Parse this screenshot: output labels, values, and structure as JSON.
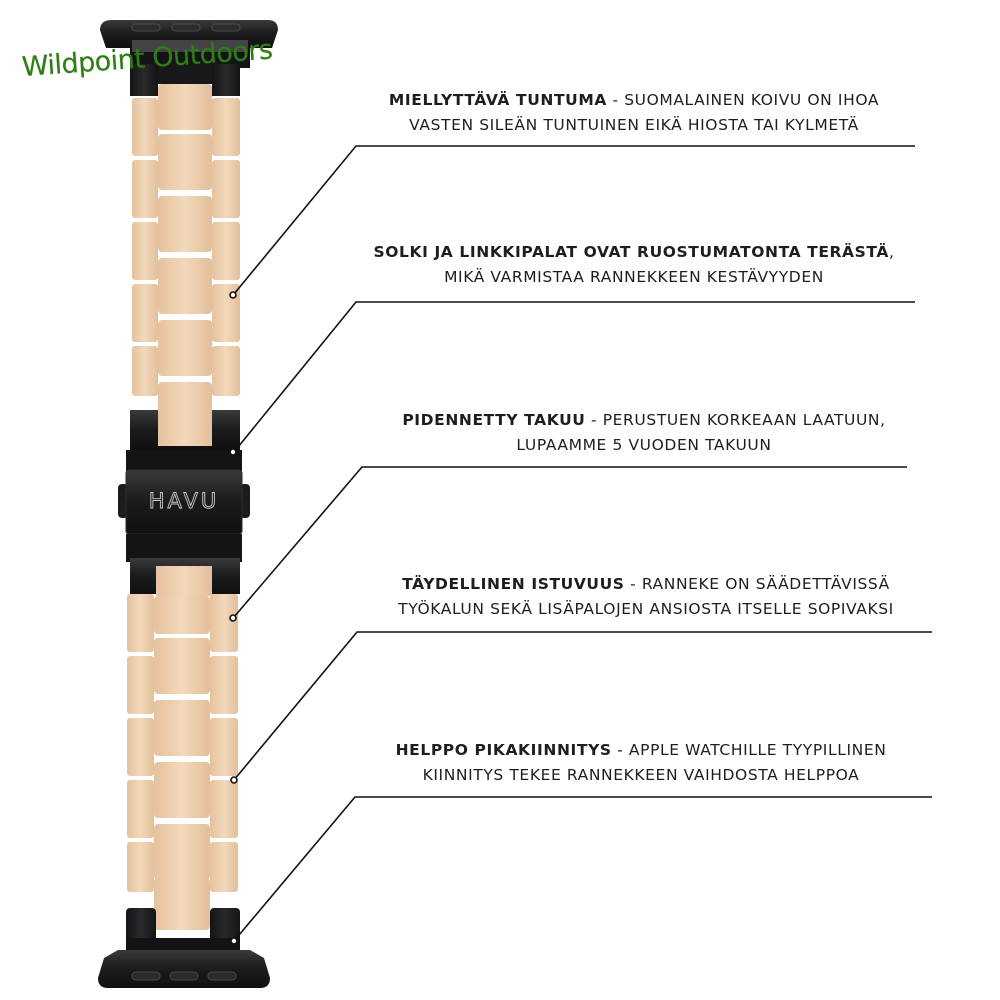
{
  "watermark": {
    "text": "Wildpoint Outdoors",
    "color": "#2f7d16"
  },
  "product": {
    "buckle_brand": "HAVU",
    "wood_color": "#efd2b3",
    "metal_color": "#1d1d1f"
  },
  "callouts": [
    {
      "title": "MIELLYTTÄVÄ TUNTUMA",
      "separator": " - ",
      "line1_rest": "SUOMALAINEN KOIVU ON IHOA",
      "line2": "VASTEN SILEÄN TUNTUINEN EIKÄ HIOSTA TAI KYLMETÄ"
    },
    {
      "title": "SOLKI JA LINKKIPALAT OVAT RUOSTUMATONTA TERÄSTÄ",
      "separator": ",",
      "line1_rest": "",
      "line2": "MIKÄ VARMISTAA RANNEKKEEN KESTÄVYYDEN"
    },
    {
      "title": "PIDENNETTY TAKUU",
      "separator": " - ",
      "line1_rest": "PERUSTUEN KORKEAAN LAATUUN,",
      "line2": "LUPAAMME 5 VUODEN TAKUUN"
    },
    {
      "title": "TÄYDELLINEN ISTUVUUS",
      "separator": " - ",
      "line1_rest": "RANNEKE ON SÄÄDETTÄVISSÄ",
      "line2": "TYÖKALUN SEKÄ LISÄPALOJEN ANSIOSTA ITSELLE SOPIVAKSI"
    },
    {
      "title": "HELPPO PIKAKIINNITYS",
      "separator": " - ",
      "line1_rest": "APPLE WATCHILLE TYYPILLINEN",
      "line2": "KIINNITYS TEKEE RANNEKKEEN VAIHDOSTA HELPPOA"
    }
  ]
}
